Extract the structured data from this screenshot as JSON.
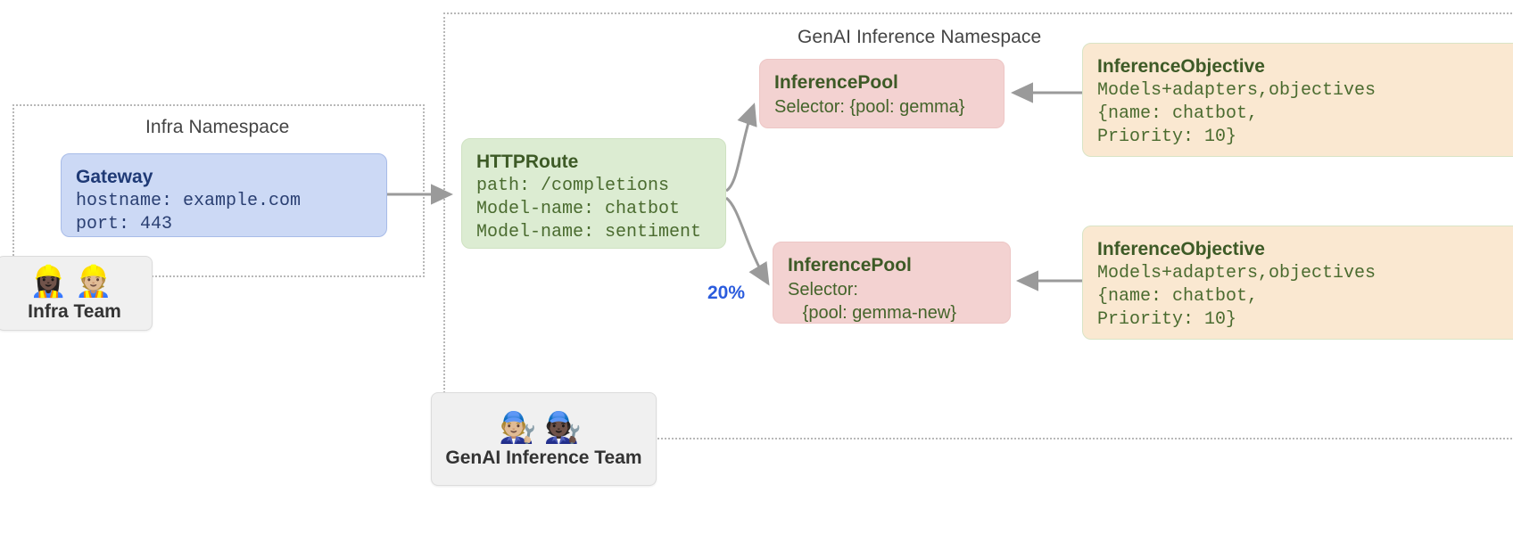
{
  "namespaces": [
    {
      "id": "infra",
      "label": "Infra Namespace"
    },
    {
      "id": "genai",
      "label": "GenAI Inference Namespace"
    }
  ],
  "nodes": {
    "gateway": {
      "title": "Gateway",
      "lines": [
        "hostname: example.com",
        "port: 443"
      ]
    },
    "httproute": {
      "title": "HTTPRoute",
      "lines": [
        "path: /completions",
        "Model-name: chatbot",
        "Model-name: sentiment"
      ]
    },
    "pool_gemma": {
      "title": "InferencePool",
      "lines": [
        "Selector: {pool: gemma}"
      ]
    },
    "pool_gemma_new": {
      "title": "InferencePool",
      "lines": [
        "Selector:",
        "   {pool: gemma-new}"
      ]
    },
    "objective_top": {
      "title": "InferenceObjective",
      "lines": [
        "Models+adapters,objectives",
        "{name: chatbot,",
        "Priority: 10}"
      ]
    },
    "objective_bottom": {
      "title": "InferenceObjective",
      "lines": [
        "Models+adapters,objectives",
        "{name: chatbot,",
        "Priority: 10}"
      ]
    }
  },
  "teams": {
    "infra": {
      "label": "Infra Team",
      "emojis": "👷🏿‍♀️👷🏼"
    },
    "genai": {
      "label": "GenAI Inference Team",
      "emojis": "🧑🏼‍🔧🧑🏿‍🔧"
    }
  },
  "edges": {
    "split_label": "20%"
  },
  "colors": {
    "gateway_fill": "#ccd9f5",
    "route_fill": "#dcecd2",
    "pool_fill": "#f3d2d1",
    "objective_fill": "#fae8d1",
    "edge_label": "#2b5cdd",
    "arrow": "#9a9a9a",
    "namespace_border": "#b8b8b8"
  }
}
